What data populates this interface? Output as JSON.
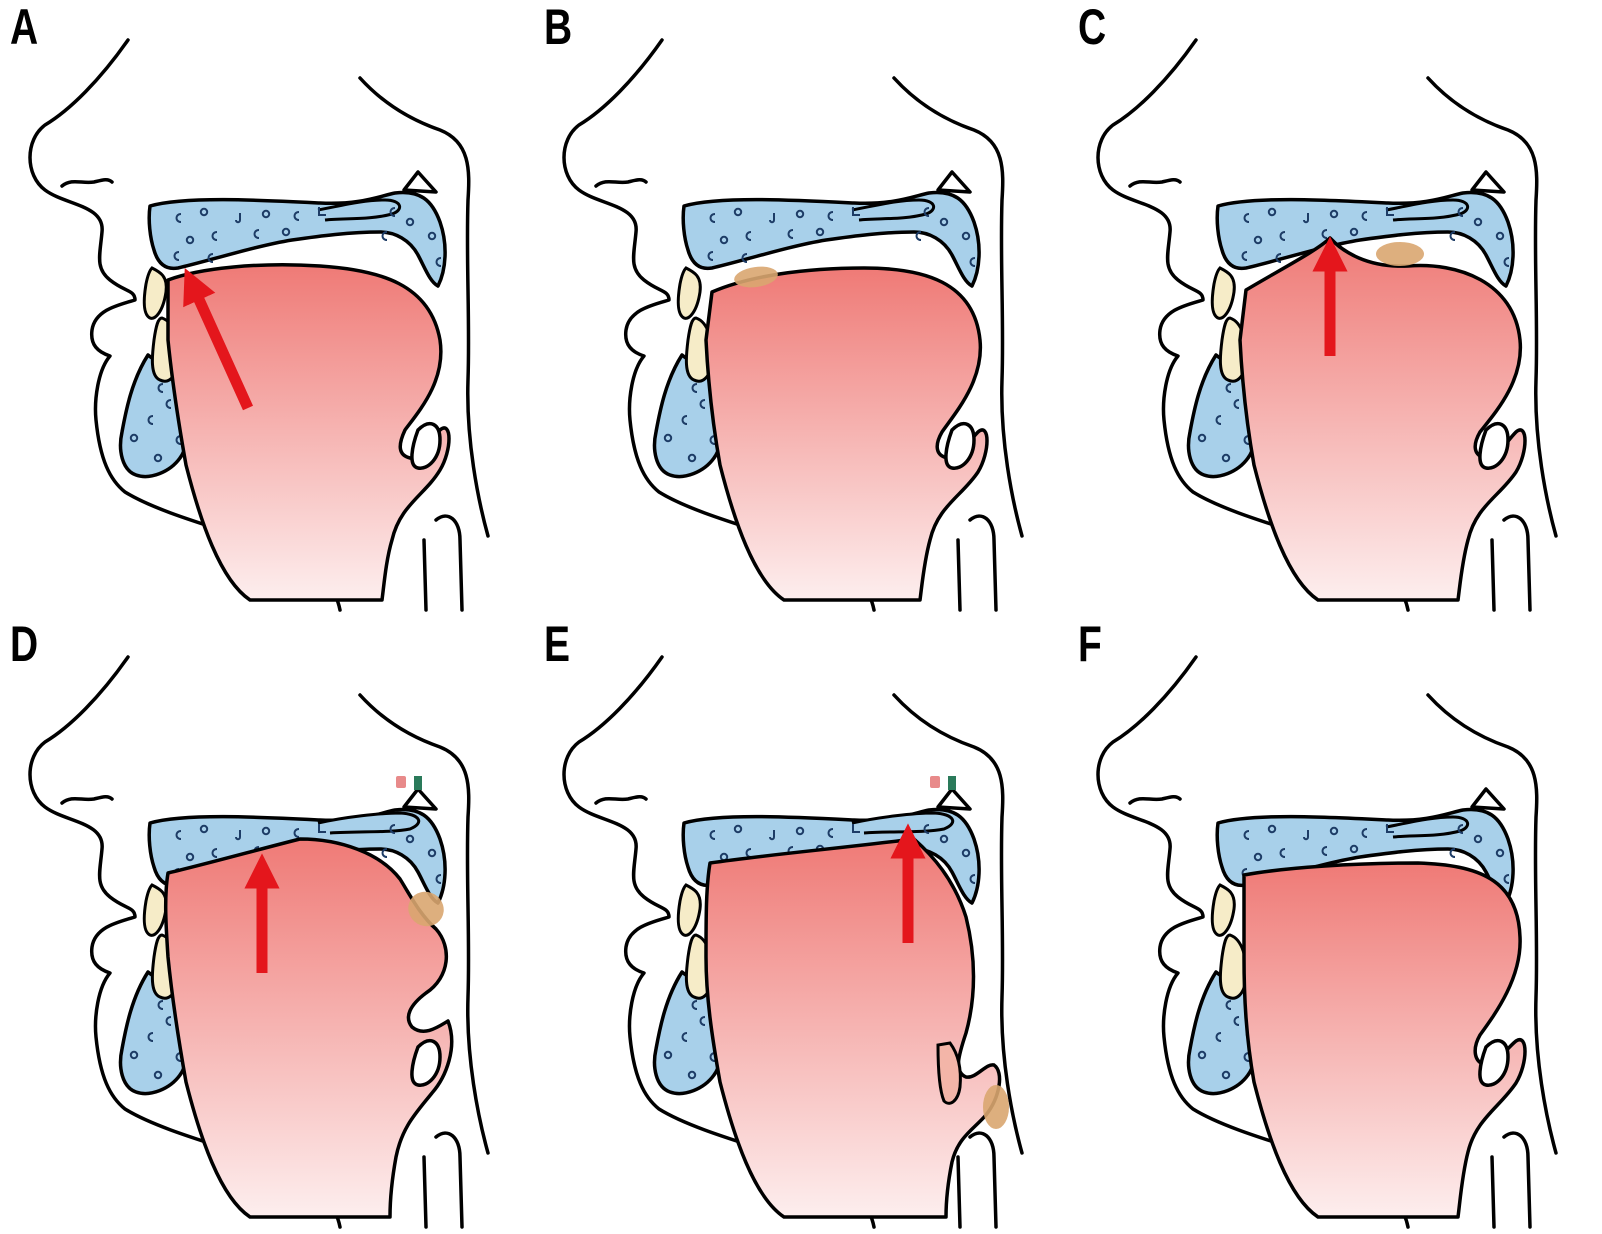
{
  "figure": {
    "panels": [
      {
        "id": "A",
        "label": "A",
        "bolus_positions": [],
        "arrow": "front-up",
        "velum": "lowered",
        "epiglottis": "upright"
      },
      {
        "id": "B",
        "label": "B",
        "bolus_positions": [
          "front-of-tongue"
        ],
        "arrow": "none",
        "velum": "lowered",
        "epiglottis": "upright"
      },
      {
        "id": "C",
        "label": "C",
        "bolus_positions": [
          "mid-tongue"
        ],
        "arrow": "middle-up",
        "velum": "lowered",
        "epiglottis": "upright"
      },
      {
        "id": "D",
        "label": "D",
        "bolus_positions": [
          "back-of-tongue"
        ],
        "arrow": "middle-up",
        "velum": "raised",
        "epiglottis": "upright"
      },
      {
        "id": "E",
        "label": "E",
        "bolus_positions": [
          "pharynx"
        ],
        "arrow": "back-up",
        "velum": "raised",
        "epiglottis": "tilted"
      },
      {
        "id": "F",
        "label": "F",
        "bolus_positions": [],
        "arrow": "none",
        "velum": "lowered",
        "epiglottis": "upright"
      }
    ],
    "colors": {
      "outline": "#000000",
      "bone_fill": "#a8d0ea",
      "tongue_top": "#ef7a76",
      "tongue_bottom": "#fdeeee",
      "tooth_fill": "#f6ecc8",
      "bolus": "#d9a670",
      "arrow": "#e4161c",
      "velum_tag_red": "#e88a8a",
      "velum_tag_green": "#2a7a5a"
    }
  }
}
